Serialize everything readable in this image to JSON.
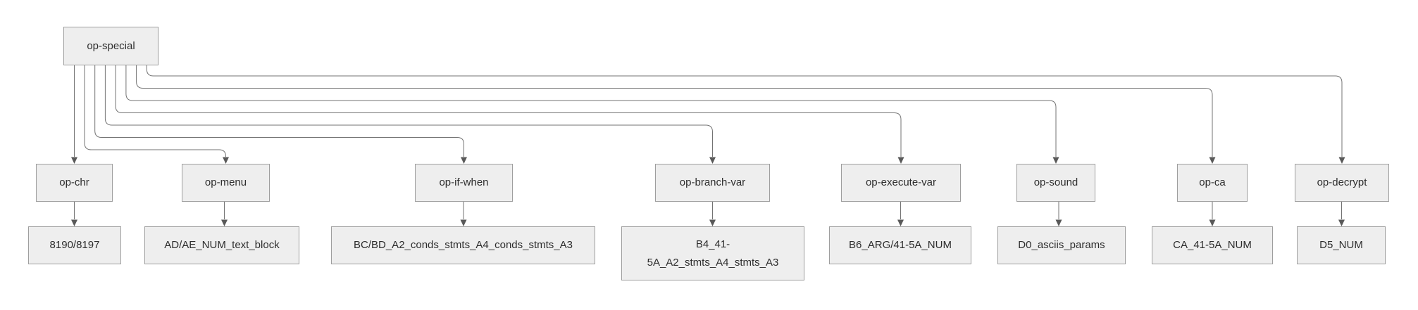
{
  "diagram": {
    "type": "tree",
    "colors": {
      "background": "#ffffff",
      "node_fill": "#eeeeee",
      "node_border": "#9e9e9e",
      "node_text": "#2d2d2d",
      "edge_line": "#737373",
      "arrowhead": "#595959"
    },
    "nodes": {
      "root": {
        "label": "op-special"
      },
      "children": [
        {
          "label": "op-chr"
        },
        {
          "label": "op-menu"
        },
        {
          "label": "op-if-when"
        },
        {
          "label": "op-branch-var"
        },
        {
          "label": "op-execute-var"
        },
        {
          "label": "op-sound"
        },
        {
          "label": "op-ca"
        },
        {
          "label": "op-decrypt"
        }
      ],
      "leaves": [
        {
          "label": "8190/8197"
        },
        {
          "label": "AD/AE_NUM_text_block"
        },
        {
          "label": "BC/BD_A2_conds_stmts_A4_conds_stmts_A3"
        },
        {
          "label": "B4_41-5A_A2_stmts_A4_stmts_A3"
        },
        {
          "label": "B6_ARG/41-5A_NUM"
        },
        {
          "label": "D0_asciis_params"
        },
        {
          "label": "CA_41-5A_NUM"
        },
        {
          "label": "D5_NUM"
        }
      ]
    },
    "edges": [
      {
        "from": "op-special",
        "to": "op-chr"
      },
      {
        "from": "op-special",
        "to": "op-menu"
      },
      {
        "from": "op-special",
        "to": "op-if-when"
      },
      {
        "from": "op-special",
        "to": "op-branch-var"
      },
      {
        "from": "op-special",
        "to": "op-execute-var"
      },
      {
        "from": "op-special",
        "to": "op-sound"
      },
      {
        "from": "op-special",
        "to": "op-ca"
      },
      {
        "from": "op-special",
        "to": "op-decrypt"
      },
      {
        "from": "op-chr",
        "to": "8190/8197"
      },
      {
        "from": "op-menu",
        "to": "AD/AE_NUM_text_block"
      },
      {
        "from": "op-if-when",
        "to": "BC/BD_A2_conds_stmts_A4_conds_stmts_A3"
      },
      {
        "from": "op-branch-var",
        "to": "B4_41-5A_A2_stmts_A4_stmts_A3"
      },
      {
        "from": "op-execute-var",
        "to": "B6_ARG/41-5A_NUM"
      },
      {
        "from": "op-sound",
        "to": "D0_asciis_params"
      },
      {
        "from": "op-ca",
        "to": "CA_41-5A_NUM"
      },
      {
        "from": "op-decrypt",
        "to": "D5_NUM"
      }
    ]
  }
}
